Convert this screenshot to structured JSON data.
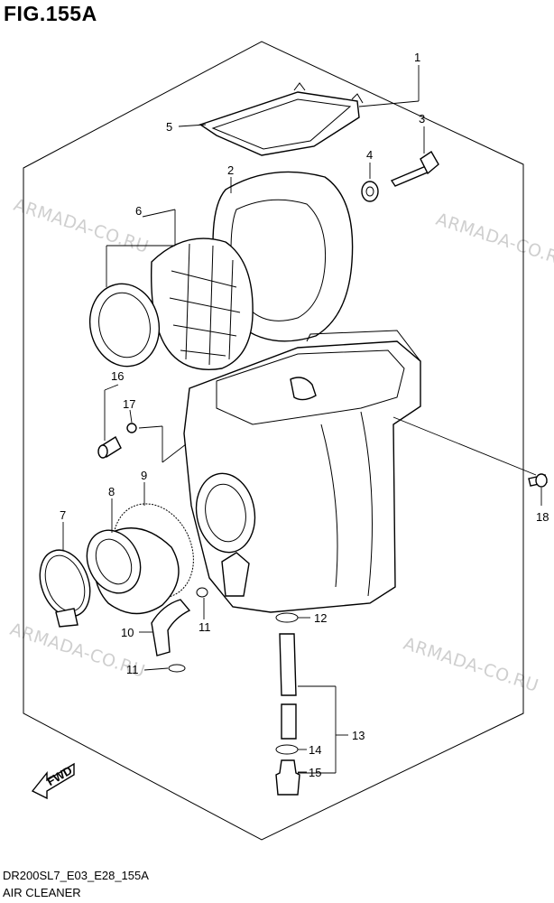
{
  "figure": {
    "title": "FIG.155A",
    "code": "DR200SL7_E03_E28_155A",
    "name": "AIR CLEANER"
  },
  "watermark": "ARMADA-CO.RU",
  "callouts": {
    "c1": "1",
    "c2": "2",
    "c3": "3",
    "c4": "4",
    "c5": "5",
    "c6": "6",
    "c7": "7",
    "c8": "8",
    "c9": "9",
    "c10": "10",
    "c11a": "11",
    "c11b": "11",
    "c12": "12",
    "c13": "13",
    "c14": "14",
    "c15": "15",
    "c16": "16",
    "c17": "17",
    "c18": "18"
  },
  "fwd_label": "FWD"
}
